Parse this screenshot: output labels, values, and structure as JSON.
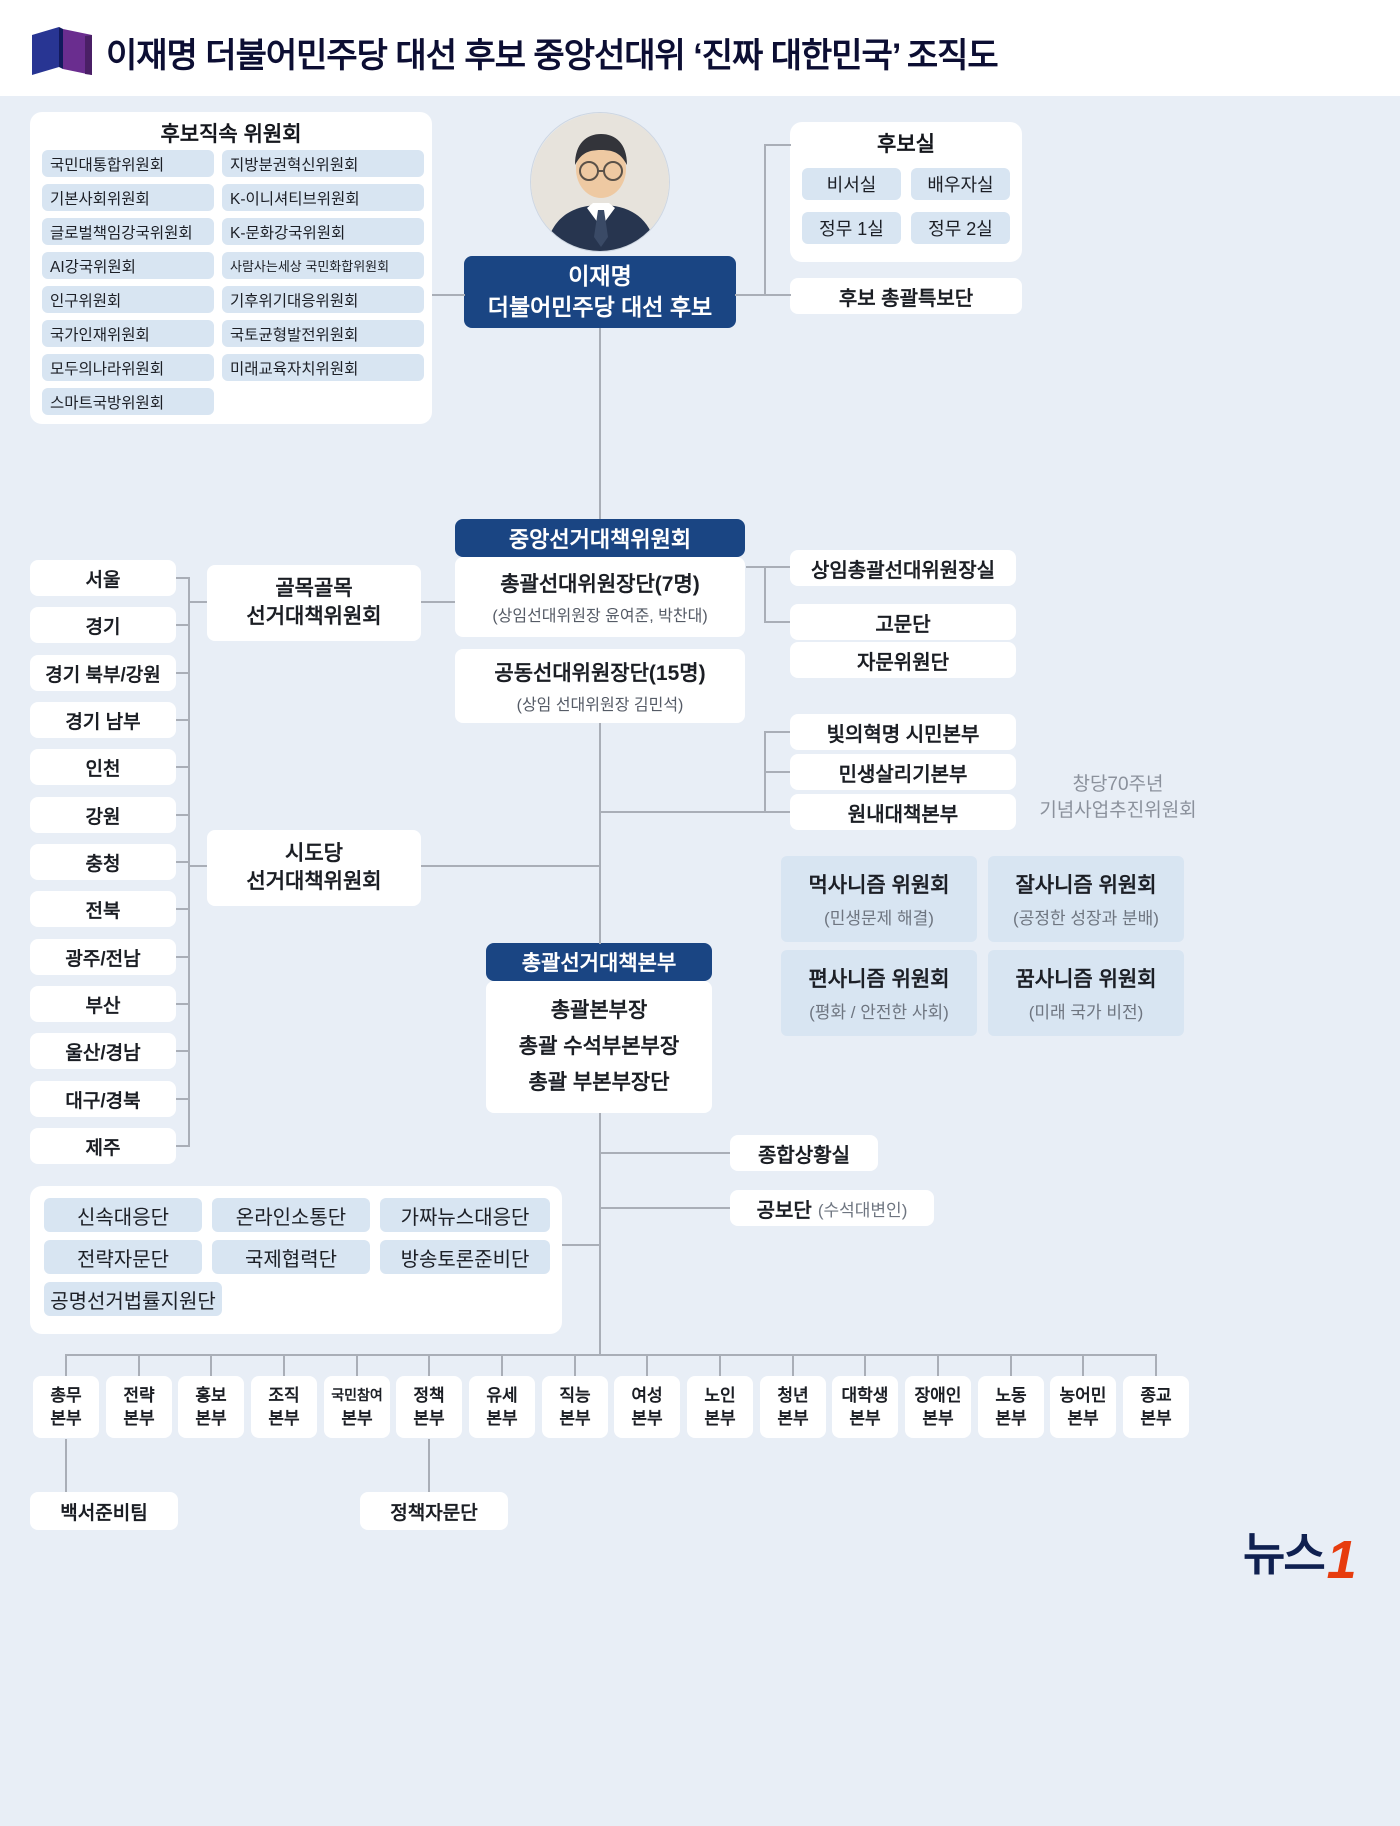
{
  "title": "이재명 더불어민주당 대선 후보 중앙선대위 ‘진짜 대한민국’ 조직도",
  "direct_committees": {
    "title": "후보직속 위원회",
    "col1": [
      "국민대통합위원회",
      "기본사회위원회",
      "글로벌책임강국위원회",
      "AI강국위원회",
      "인구위원회",
      "국가인재위원회",
      "모두의나라위원회",
      "스마트국방위원회"
    ],
    "col2": [
      "지방분권혁신위원회",
      "K-이니셔티브위원회",
      "K-문화강국위원회",
      "사람사는세상 국민화합위원회",
      "기후위기대응위원회",
      "국토균형발전위원회",
      "미래교육자치위원회"
    ]
  },
  "candidate": {
    "line1": "이재명",
    "line2": "더불어민주당 대선 후보"
  },
  "candidate_office": {
    "title": "후보실",
    "rooms": [
      "비서실",
      "배우자실",
      "정무 1실",
      "정무 2실"
    ],
    "special_advisors": "후보 총괄특보단"
  },
  "central": {
    "header": "중앙선거대책위원회",
    "group1_title": "총괄선대위원장단(7명)",
    "group1_sub": "(상임선대위원장 윤여준, 박찬대)",
    "group2_title": "공동선대위원장단(15명)",
    "group2_sub": "(상임 선대위원장 김민석)"
  },
  "regions": [
    "서울",
    "경기",
    "경기 북부/강원",
    "경기 남부",
    "인천",
    "강원",
    "충청",
    "전북",
    "광주/전남",
    "부산",
    "울산/경남",
    "대구/경북",
    "제주"
  ],
  "alley_committee": {
    "line1": "골목골목",
    "line2": "선거대책위원회"
  },
  "sido_committee": {
    "line1": "시도당",
    "line2": "선거대책위원회"
  },
  "right_offices": {
    "standing": "상임총괄선대위원장실",
    "advisory1": "고문단",
    "advisory2": "자문위원단",
    "hq1": "빛의혁명 시민본부",
    "hq2": "민생살리기본부",
    "hq3": "원내대책본부",
    "anniv_line1": "창당70주년",
    "anniv_line2": "기념사업추진위원회"
  },
  "nism": [
    {
      "name": "먹사니즘 위원회",
      "desc": "(민생문제 해결)"
    },
    {
      "name": "잘사니즘 위원회",
      "desc": "(공정한 성장과 분배)"
    },
    {
      "name": "편사니즘 위원회",
      "desc": "(평화 / 안전한 사회)"
    },
    {
      "name": "꿈사니즘 위원회",
      "desc": "(미래 국가 비전)"
    }
  ],
  "general_hq": {
    "header": "총괄선거대책본부",
    "line1": "총괄본부장",
    "line2": "총괄 수석부본부장",
    "line3": "총괄 부본부장단"
  },
  "situation_room": "종합상황실",
  "press": {
    "name": "공보단",
    "sub": "(수석대변인)"
  },
  "support_teams": [
    "신속대응단",
    "온라인소통단",
    "가짜뉴스대응단",
    "전략자문단",
    "국제협력단",
    "방송토론준비단",
    "공명선거법률지원단"
  ],
  "field_hqs": [
    {
      "l1": "총무",
      "l2": "본부"
    },
    {
      "l1": "전략",
      "l2": "본부"
    },
    {
      "l1": "홍보",
      "l2": "본부"
    },
    {
      "l1": "조직",
      "l2": "본부"
    },
    {
      "l1": "국민참여",
      "l2": "본부"
    },
    {
      "l1": "정책",
      "l2": "본부"
    },
    {
      "l1": "유세",
      "l2": "본부"
    },
    {
      "l1": "직능",
      "l2": "본부"
    },
    {
      "l1": "여성",
      "l2": "본부"
    },
    {
      "l1": "노인",
      "l2": "본부"
    },
    {
      "l1": "청년",
      "l2": "본부"
    },
    {
      "l1": "대학생",
      "l2": "본부"
    },
    {
      "l1": "장애인",
      "l2": "본부"
    },
    {
      "l1": "노동",
      "l2": "본부"
    },
    {
      "l1": "농어민",
      "l2": "본부"
    },
    {
      "l1": "종교",
      "l2": "본부"
    }
  ],
  "sub_teams": {
    "whitepaper": "백서준비팀",
    "policy_advisory": "정책자문단"
  },
  "press_logo": {
    "text": "뉴스",
    "num": "1"
  },
  "colors": {
    "navy": "#1a4583",
    "item_blue": "#d8e5f2",
    "background": "#e8eef6",
    "line": "#a9aeb7",
    "logo_red": "#e73c0e"
  }
}
